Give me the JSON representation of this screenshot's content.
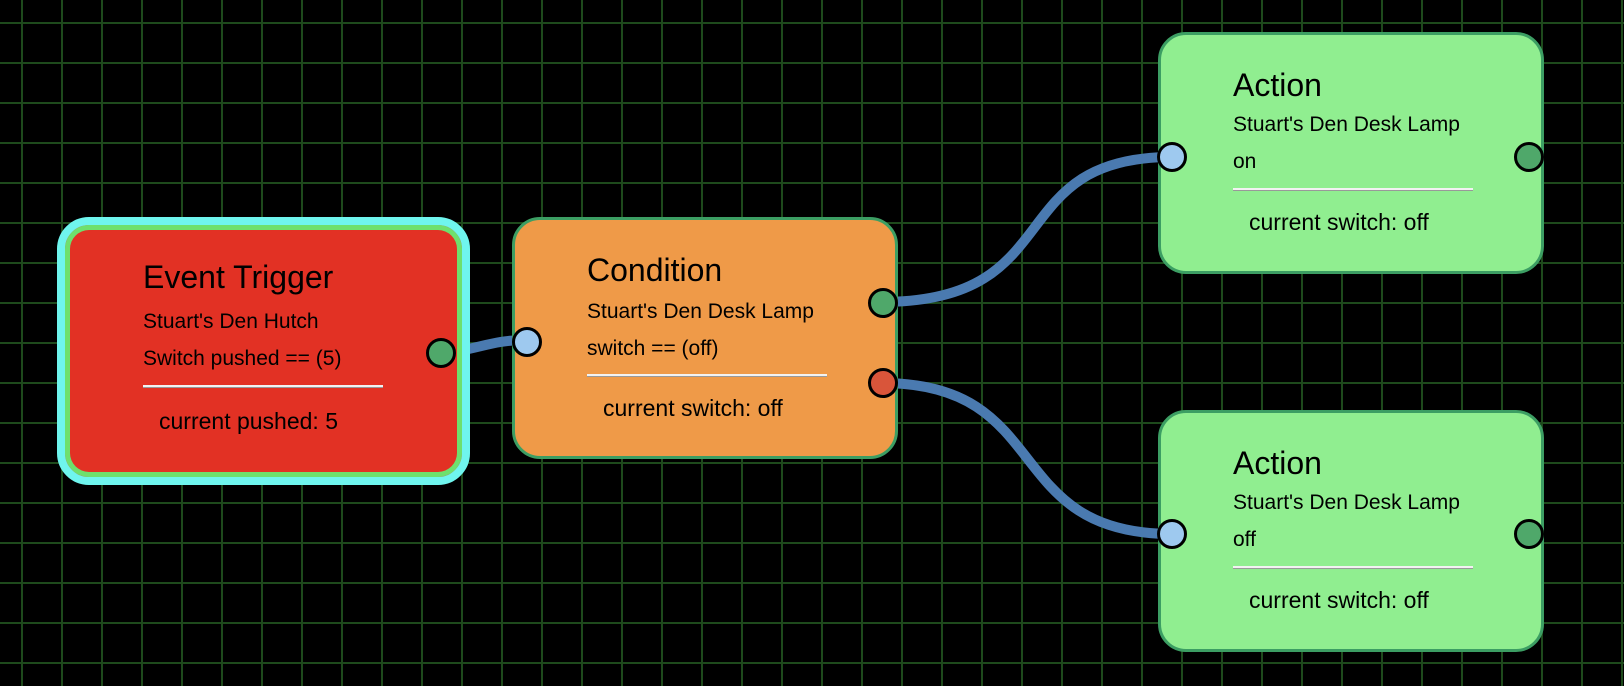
{
  "nodes": {
    "trigger": {
      "title": "Event Trigger",
      "device": "Stuart's Den Hutch",
      "condition": "Switch pushed == (5)",
      "status": "current pushed: 5"
    },
    "condition": {
      "title": "Condition",
      "device": "Stuart's Den Desk Lamp",
      "condition": "switch == (off)",
      "status": "current switch: off"
    },
    "action_on": {
      "title": "Action",
      "device": "Stuart's Den Desk Lamp",
      "command": "on",
      "status": "current switch: off"
    },
    "action_off": {
      "title": "Action",
      "device": "Stuart's Den Desk Lamp",
      "command": "off",
      "status": "current switch: off"
    }
  },
  "colors": {
    "trigger_bg": "#e23124",
    "trigger_highlight": "#6ff5ee",
    "condition_bg": "#ef9a48",
    "action_bg": "#90ee90",
    "wire": "#4a7ab0",
    "port_in": "#9ec9ef",
    "port_out": "#4fa86a",
    "port_out_false": "#d9553a",
    "grid": "#1e4a1c"
  }
}
